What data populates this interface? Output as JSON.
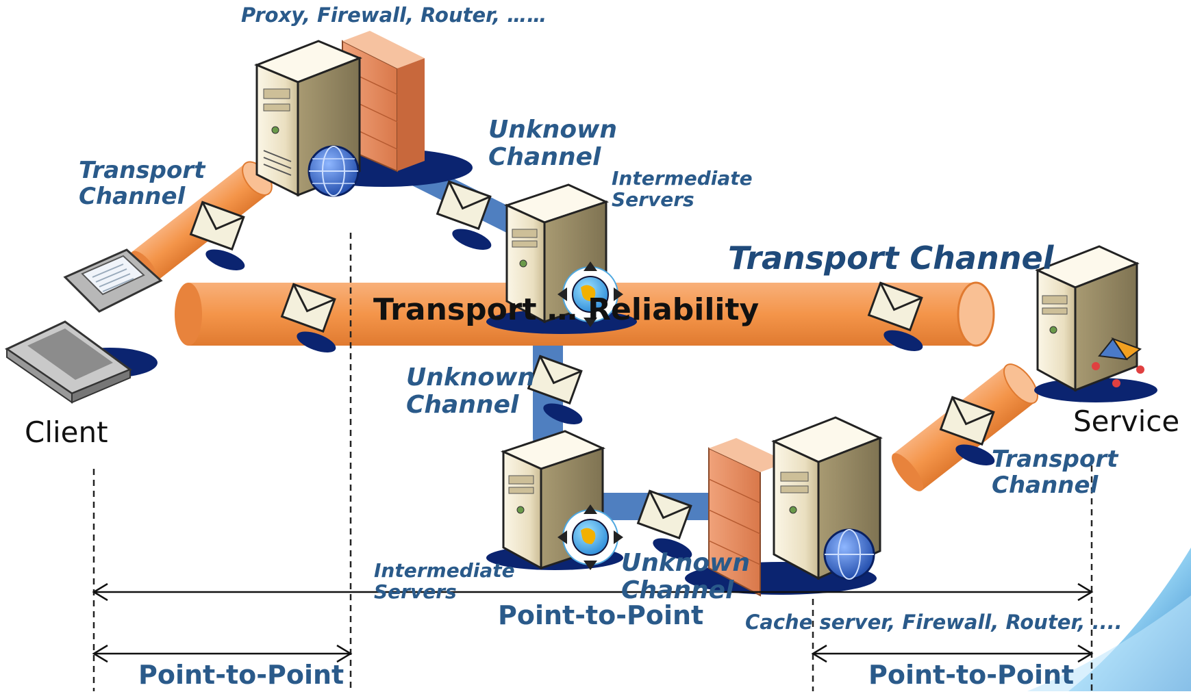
{
  "labels": {
    "proxy_group": "Proxy, Firewall, Router, ……",
    "transport_channel_left_1": "Transport",
    "transport_channel_left_2": "Channel",
    "unknown_channel_top_1": "Unknown",
    "unknown_channel_top_2": "Channel",
    "intermediate_servers_top_1": "Intermediate",
    "intermediate_servers_top_2": "Servers",
    "transport_channel_main": "Transport Channel",
    "transport_reliability": "Transport … Reliability",
    "unknown_channel_mid_1": "Unknown",
    "unknown_channel_mid_2": "Channel",
    "client": "Client",
    "service": "Service",
    "transport_channel_right_1": "Transport",
    "transport_channel_right_2": "Channel",
    "intermediate_servers_bottom_1": "Intermediate",
    "intermediate_servers_bottom_2": "Servers",
    "unknown_channel_bottom_1": "Unknown",
    "unknown_channel_bottom_2": "Channel",
    "point_to_point_center": "Point-to-Point",
    "cache_group": "Cache server, Firewall, Router, ....",
    "point_to_point_left": "Point-to-Point",
    "point_to_point_right": "Point-to-Point"
  },
  "colors": {
    "pipe_orange": "#f4954a",
    "pipe_blue": "#4f7fc0",
    "text_blue": "#2a5a8a",
    "server_body": "#efe7cf",
    "firewall_brick": "#e58a5a",
    "navy_shadow": "#0b2470"
  },
  "icons": [
    "laptop-icon",
    "server-icon",
    "firewall-icon",
    "globe-icon",
    "envelope-icon",
    "service-icon"
  ]
}
